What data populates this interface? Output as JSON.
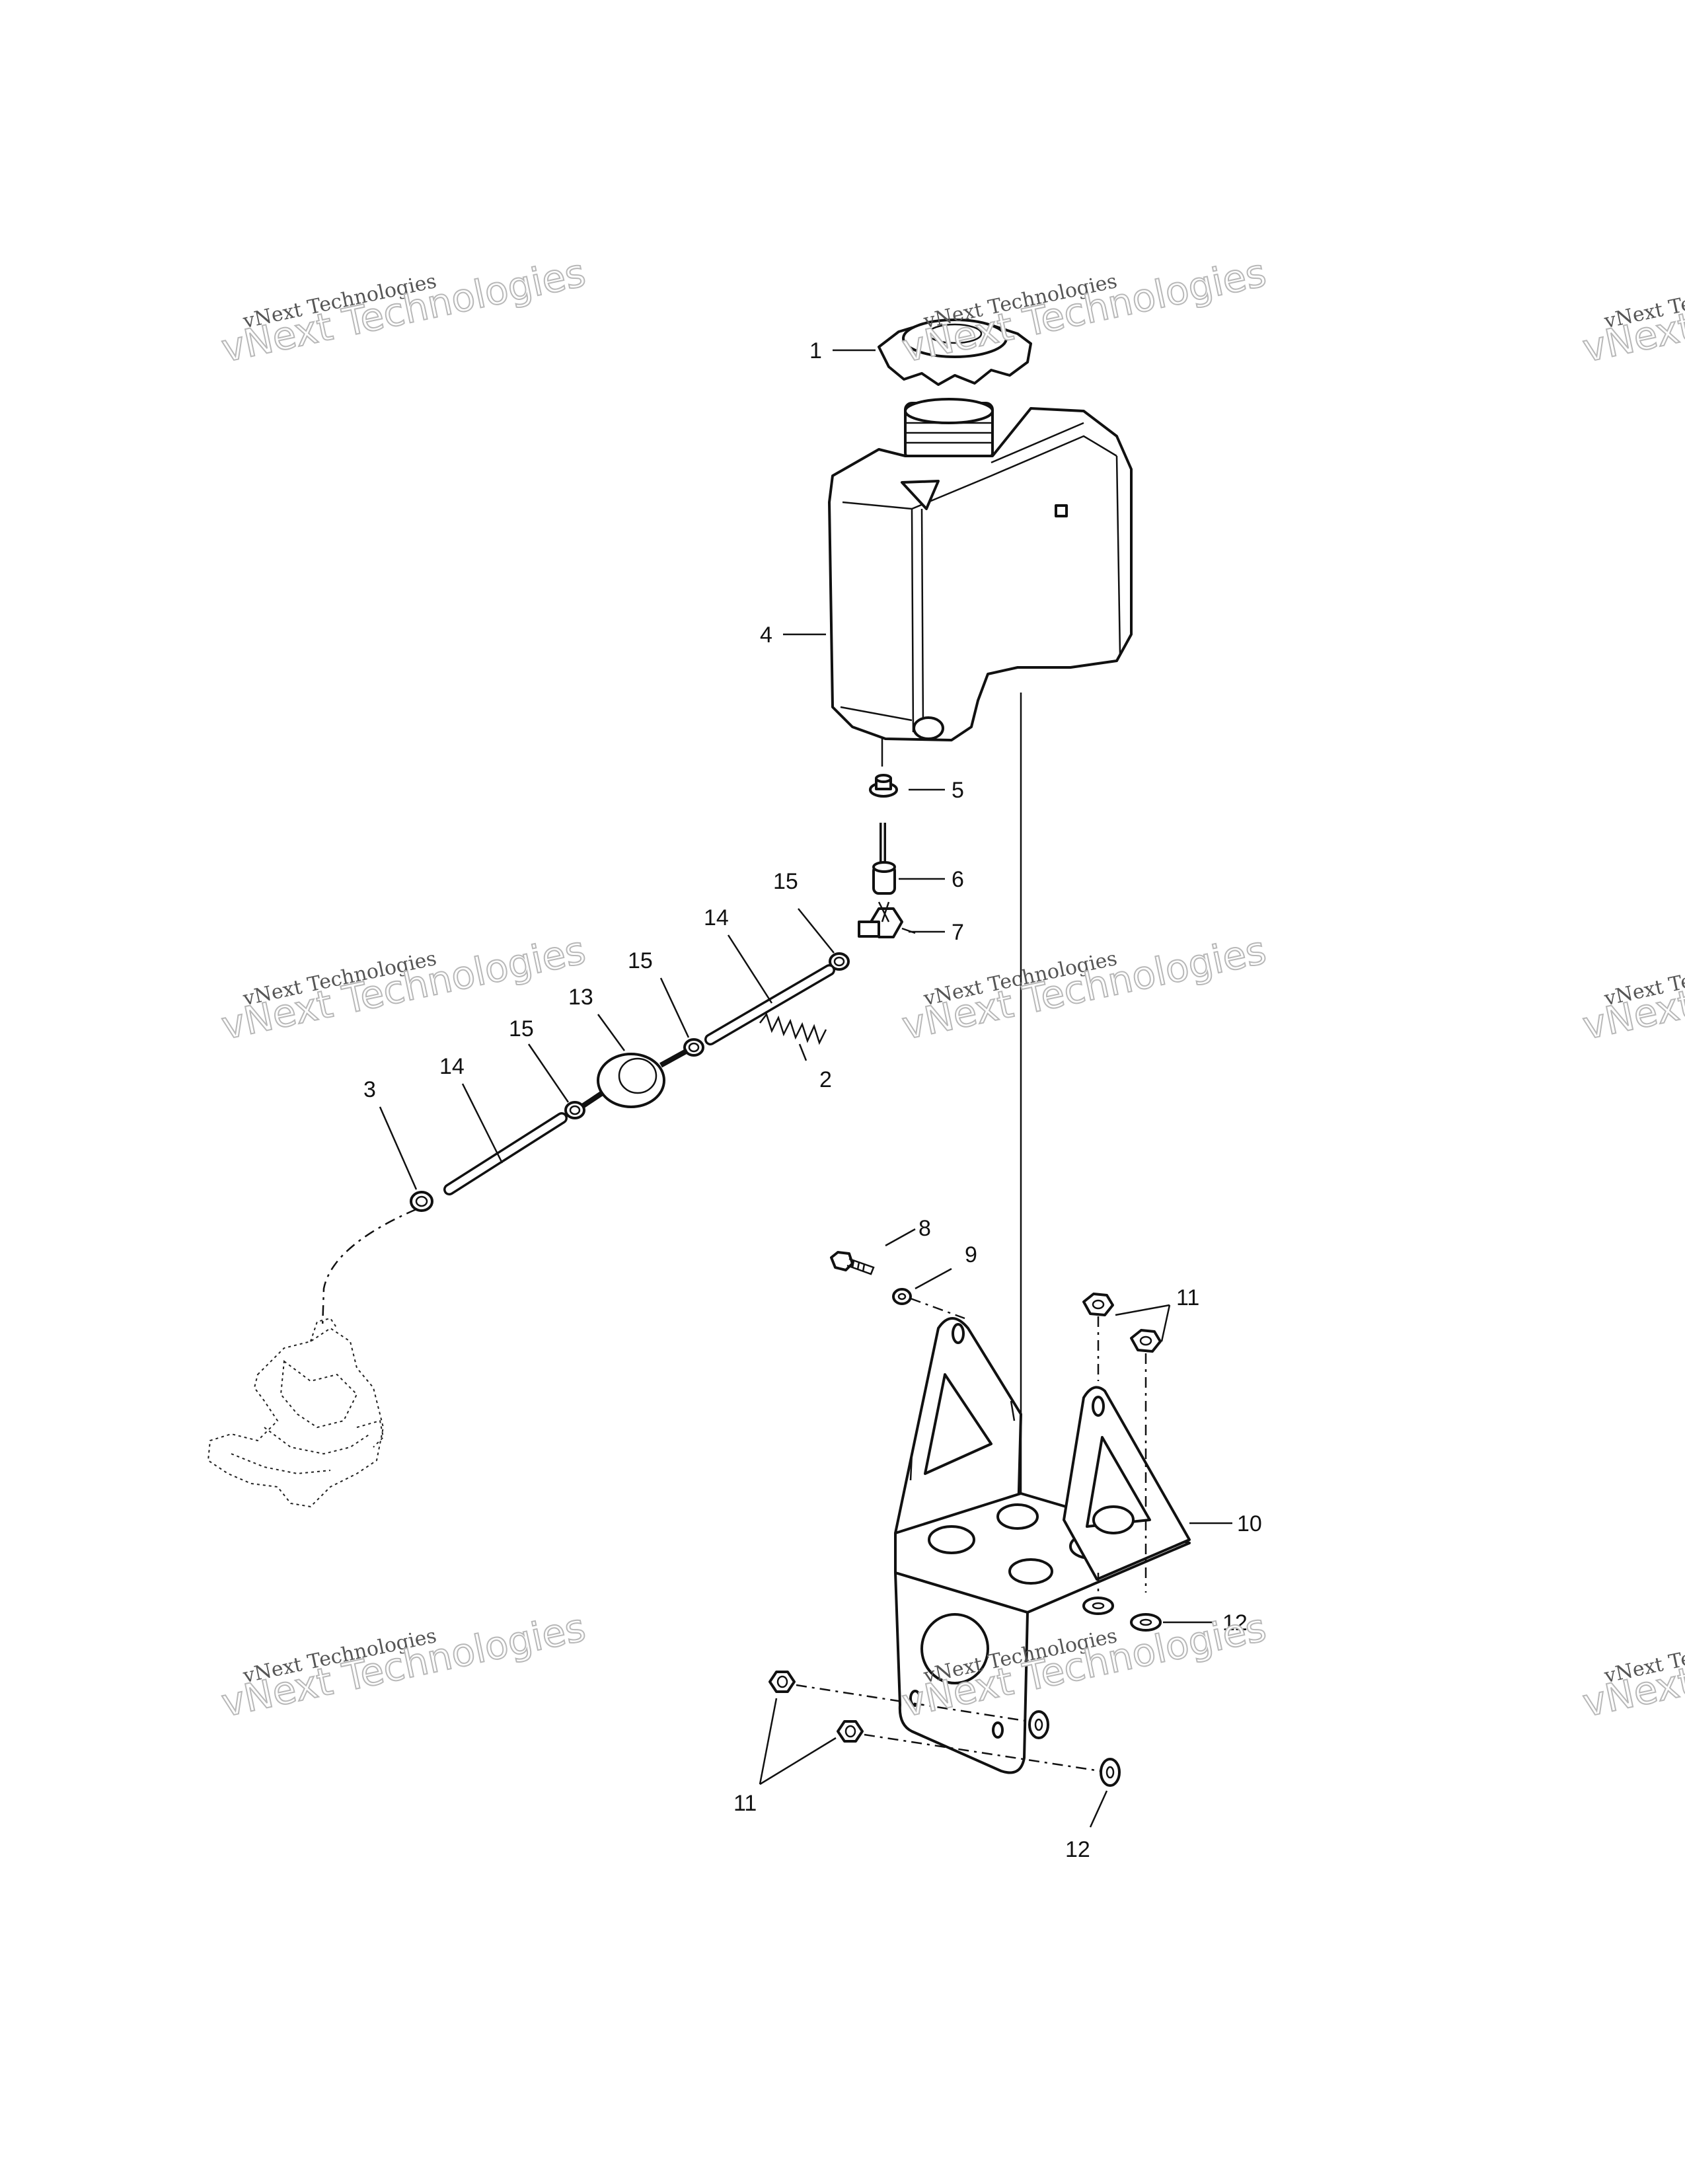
{
  "callouts": {
    "c1": "1",
    "c2": "2",
    "c3": "3",
    "c4": "4",
    "c5": "5",
    "c6": "6",
    "c7": "7",
    "c8": "8",
    "c9": "9",
    "c10": "10",
    "c11a": "11",
    "c11b": "11",
    "c12a": "12",
    "c12b": "12",
    "c13": "13",
    "c14a": "14",
    "c14b": "14",
    "c15a": "15",
    "c15b": "15",
    "c15c": "15"
  },
  "watermark": {
    "small": "vNext Technologies",
    "big": "vNext Technologies"
  },
  "colors": {
    "ink": "#111111",
    "watermark": "#b8b8b8"
  }
}
